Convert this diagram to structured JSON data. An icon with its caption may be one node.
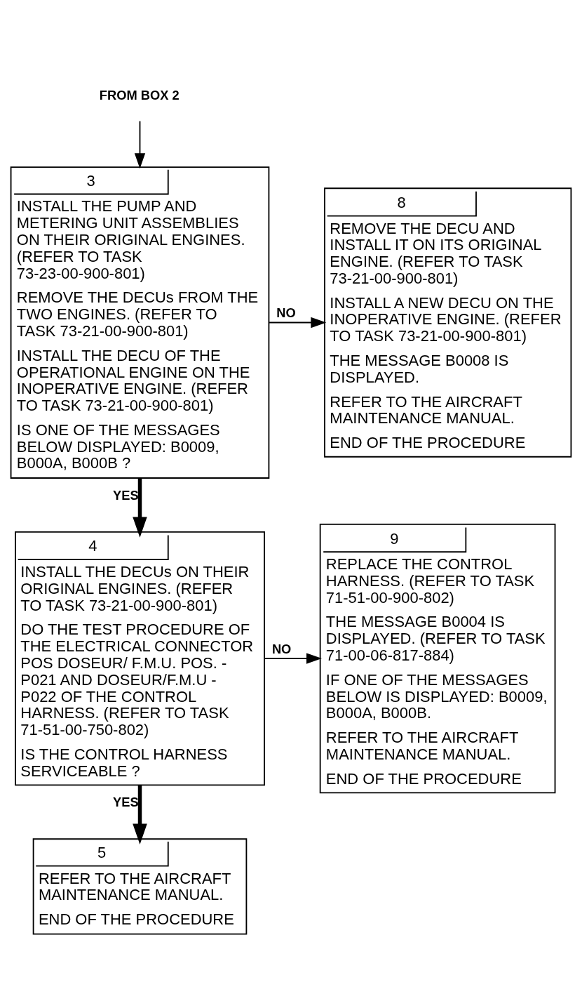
{
  "diagram": {
    "nodes": [
      {
        "text": [
          "FROM BOX 2"
        ]
      },
      {
        "text": [
          "3",
          "INSTALL THE PUMP AND METERING UNIT ASSEMBLIES ON THEIR ORIGINAL ENGINES. (REFER TO TASK 73-23-00-900-801)",
          "REMOVE THE DECUs FROM THE TWO ENGINES. (REFER TO TASK 73-21-00-900-801)",
          "INSTALL THE DECU OF THE OPERATIONAL ENGINE ON THE INOPERATIVE ENGINE. (REFER TO TASK 73-21-00-900-801)",
          "IS ONE OF THE MESSAGES BELOW DISPLAYED: B0009, B000A, B000B ?"
        ]
      },
      {
        "text": [
          "8",
          "REMOVE THE DECU AND INSTALL IT ON ITS ORIGINAL ENGINE. (REFER TO TASK 73-21-00-900-801)",
          "INSTALL A NEW DECU ON THE INOPERATIVE ENGINE. (REFER TO TASK 73-21-00-900-801)",
          "THE MESSAGE B0008 IS DISPLAYED.",
          "REFER TO THE AIRCRAFT MAINTENANCE MANUAL.",
          "END OF THE PROCEDURE"
        ]
      },
      {
        "text": [
          "4",
          "INSTALL THE DECUs ON THEIR ORIGINAL ENGINES. (REFER TO TASK 73-21-00-900-801)",
          "DO THE TEST PROCEDURE OF THE ELECTRICAL CONNECTOR POS DOSEUR/ F.M.U. POS. - P021 AND DOSEUR/F.M.U - P022 OF THE CONTROL HARNESS. (REFER TO TASK 71-51-00-750-802)",
          "IS THE CONTROL HARNESS SERVICEABLE ?"
        ]
      },
      {
        "text": [
          "9",
          "REPLACE THE CONTROL HARNESS. (REFER TO TASK 71-51-00-900-802)",
          "THE MESSAGE B0004 IS DISPLAYED. (REFER TO TASK 71-00-06-817-884)",
          "IF ONE OF THE MESSAGES BELOW IS DISPLAYED: B0009, B000A, B000B.",
          "REFER TO THE AIRCRAFT MAINTENANCE MANUAL.",
          "END OF THE PROCEDURE"
        ]
      },
      {
        "text": [
          "5",
          "REFER TO THE AIRCRAFT MAINTENANCE MANUAL.",
          "END OF THE PROCEDURE"
        ]
      }
    ],
    "edges": [
      {
        "from": 0,
        "to": 1,
        "arrow": "to"
      },
      {
        "from": 1,
        "to": 2,
        "arrow": "to",
        "label": "NO"
      },
      {
        "from": 1,
        "to": 3,
        "arrow": "to",
        "label": "YES",
        "style": "thick"
      },
      {
        "from": 3,
        "to": 4,
        "arrow": "to",
        "label": "NO"
      },
      {
        "from": 3,
        "to": 5,
        "arrow": "to",
        "label": "YES",
        "style": "thick"
      }
    ]
  }
}
